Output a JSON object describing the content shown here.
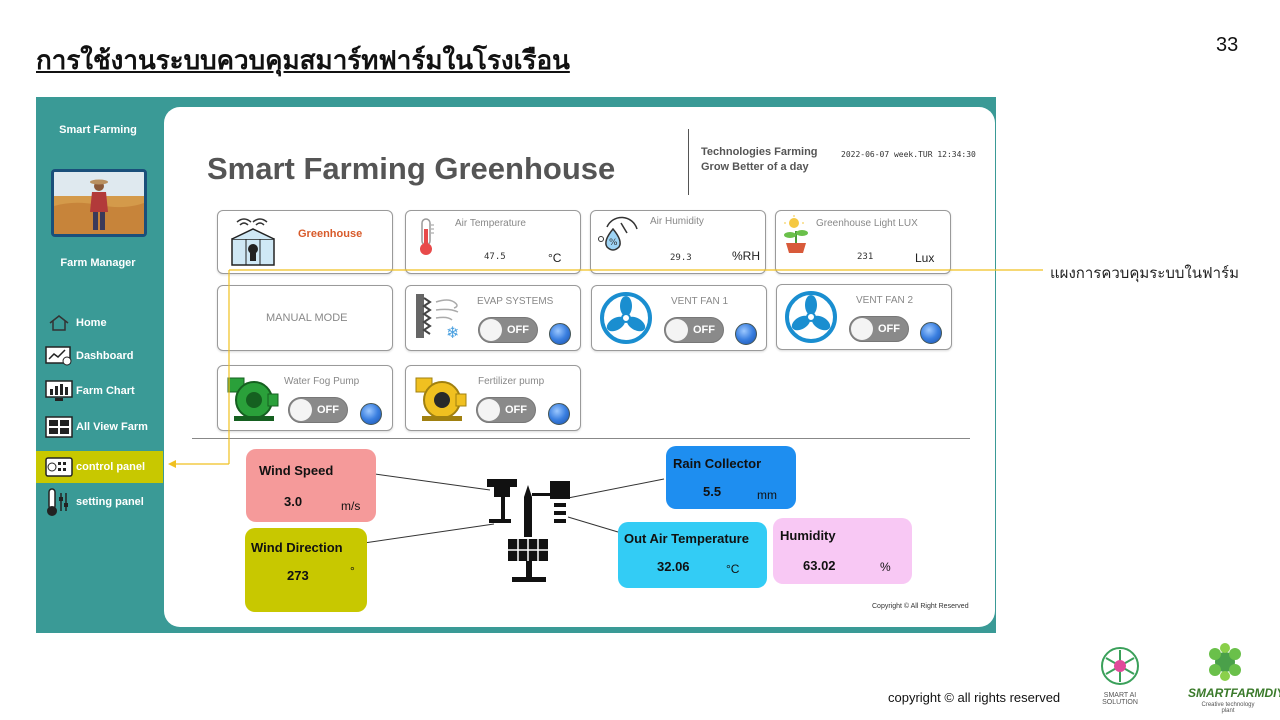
{
  "slide": {
    "title": "การใช้งานระบบควบคุมสมาร์ทฟาร์มในโรงเรือน",
    "page_number": "33",
    "annotation": "แผงการควบคุมระบบในฟาร์ม",
    "footer_copyright": "copyright © all rights reserved"
  },
  "sidebar": {
    "brand": "Smart Farming",
    "role": "Farm Manager",
    "items": [
      {
        "label": "Home",
        "icon": "home-icon",
        "active": false
      },
      {
        "label": "Dashboard",
        "icon": "dashboard-icon",
        "active": false
      },
      {
        "label": "Farm Chart",
        "icon": "chart-icon",
        "active": false
      },
      {
        "label": "All View Farm",
        "icon": "view-farm-icon",
        "active": false
      },
      {
        "label": "control panel",
        "icon": "control-panel-icon",
        "active": true
      },
      {
        "label": "setting panel",
        "icon": "settings-icon",
        "active": false
      }
    ]
  },
  "header": {
    "title": "Smart Farming Greenhouse",
    "tagline1": "Technologies Farming",
    "tagline2": "Grow Better of a day",
    "datetime": "2022-06-07  week.TUR  12:34:30"
  },
  "sensors": {
    "greenhouse": {
      "label": "Greenhouse"
    },
    "air_temperature": {
      "label": "Air Temperature",
      "value": "47.5",
      "unit": "°C"
    },
    "air_humidity": {
      "label": "Air Humidity",
      "value": "29.3",
      "unit": "%RH"
    },
    "light": {
      "label": "Greenhouse Light LUX",
      "value": "231",
      "unit": "Lux"
    }
  },
  "controls": {
    "mode": "MANUAL MODE",
    "evap": {
      "label": "EVAP SYSTEMS",
      "state": "OFF"
    },
    "vent_fan_1": {
      "label": "VENT FAN 1",
      "state": "OFF"
    },
    "vent_fan_2": {
      "label": "VENT FAN 2",
      "state": "OFF"
    },
    "water_fog_pump": {
      "label": "Water Fog Pump",
      "state": "OFF"
    },
    "fertilizer_pump": {
      "label": "Fertilizer pump",
      "state": "OFF"
    }
  },
  "weather": {
    "wind_speed": {
      "label": "Wind Speed",
      "value": "3.0",
      "unit": "m/s"
    },
    "wind_direction": {
      "label": "Wind Direction",
      "value": "273",
      "unit": "°"
    },
    "rain_collector": {
      "label": "Rain Collector",
      "value": "5.5",
      "unit": "mm"
    },
    "out_air_temperature": {
      "label": "Out Air Temperature",
      "value": "32.06",
      "unit": "°C"
    },
    "humidity": {
      "label": "Humidity",
      "value": "63.02",
      "unit": "%"
    }
  },
  "app_copyright": "Copyright © All Right Reserved",
  "logos": {
    "left_caption": "SMART AI SOLUTION",
    "right_name": "SMARTFARMDIY",
    "right_caption": "Creative technology plant"
  },
  "colors": {
    "sidebar_bg": "#3a9a96",
    "active_nav": "#c8c800",
    "wind_speed_bg": "#f59a9a",
    "wind_direction_bg": "#c8c800",
    "rain_collector_bg": "#1e8ef0",
    "out_temp_bg": "#33ccf5",
    "humidity_bg": "#f8c8f4",
    "annotation_line": "#f0c020"
  }
}
